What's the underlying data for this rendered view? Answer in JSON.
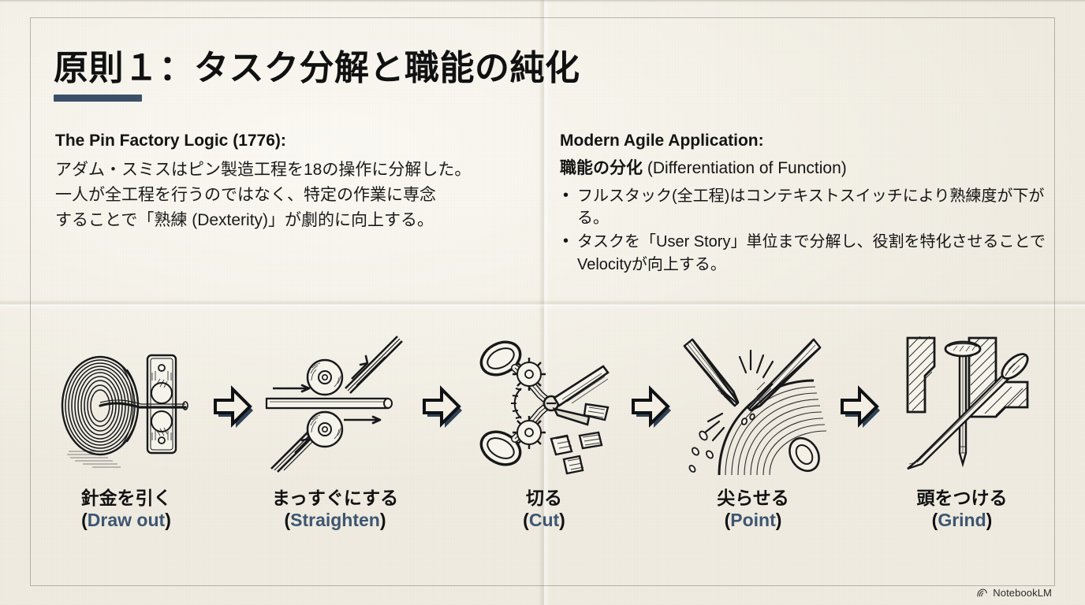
{
  "slide": {
    "title": "原則１：タスク分解と職能の純化",
    "accent_color": "#3b5068",
    "paper_color": "#f4f1e8",
    "left_column": {
      "heading": "The Pin Factory Logic (1776):",
      "body_line1": "アダム・スミスはピン製造工程を18の操作に分解した。",
      "body_line2": "一人が全工程を行うのではなく、特定の作業に専念",
      "body_line3": "することで「熟練 (Dexterity)」が劇的に向上する。"
    },
    "right_column": {
      "heading": "Modern Agile Application:",
      "subhead_jp": "職能の分化",
      "subhead_en": " (Differentiation of Function)",
      "bullets": [
        "フルスタック(全工程)はコンテキストスイッチにより熟練度が下がる。",
        "タスクを「User Story」単位まで分解し、役割を特化させることでVelocityが向上する。"
      ]
    },
    "process": {
      "arrow_icon": "block-arrow-right-icon",
      "steps": [
        {
          "icon": "wire-coil-draw-plate-icon",
          "label_jp": "針金を引く",
          "label_en_open": "(",
          "label_en_word": "Draw out",
          "label_en_close": ")"
        },
        {
          "icon": "straightening-rollers-icon",
          "label_jp": "まっすぐにする",
          "label_en_open": "(",
          "label_en_word": "Straighten",
          "label_en_close": ")"
        },
        {
          "icon": "geared-shears-cut-icon",
          "label_jp": "切る",
          "label_en_open": "(",
          "label_en_word": "Cut",
          "label_en_close": ")"
        },
        {
          "icon": "grinding-wheel-sparks-icon",
          "label_jp": "尖らせる",
          "label_en_open": "(",
          "label_en_word": "Point",
          "label_en_close": ")"
        },
        {
          "icon": "pin-head-die-icon",
          "label_jp": "頭をつける",
          "label_en_open": "(",
          "label_en_word": "Grind",
          "label_en_close": ")"
        }
      ]
    },
    "watermark": {
      "icon": "notebooklm-logo-icon",
      "text": "NotebookLM"
    }
  }
}
